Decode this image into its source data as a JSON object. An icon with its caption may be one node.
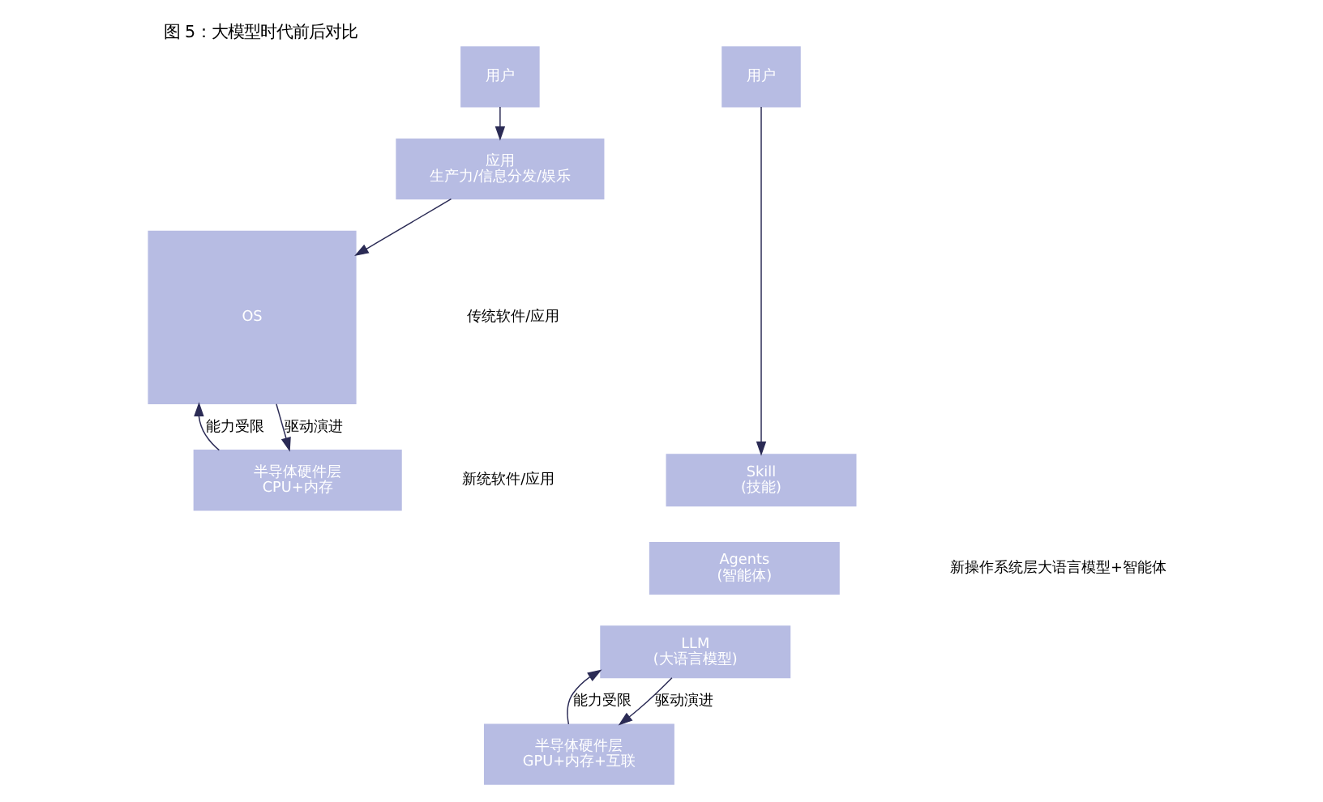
{
  "diagram": {
    "title": "图 5：大模型时代前后对比",
    "nodes": [
      {
        "text": [
          "用户"
        ]
      },
      {
        "text": [
          "应用",
          "生产力/信息分发/娱乐"
        ]
      },
      {
        "text": [
          "OS"
        ]
      },
      {
        "text": [
          "半导体硬件层",
          "CPU+内存"
        ]
      },
      {
        "text": [
          "用户"
        ]
      },
      {
        "text": [
          "Skill",
          "(技能)"
        ]
      },
      {
        "text": [
          "Agents",
          "(智能体)"
        ]
      },
      {
        "text": [
          "LLM",
          "(大语言模型)"
        ]
      },
      {
        "text": [
          "半导体硬件层",
          "GPU+内存+互联"
        ]
      }
    ],
    "edges": [
      {
        "from": 0,
        "to": 1,
        "arrow": "to"
      },
      {
        "from": 1,
        "to": 2,
        "arrow": "to"
      },
      {
        "from": 3,
        "to": 2,
        "arrow": "to",
        "label": "能力受限"
      },
      {
        "from": 2,
        "to": 3,
        "arrow": "to",
        "label": "驱动演进"
      },
      {
        "from": 4,
        "to": 5,
        "arrow": "to"
      },
      {
        "from": 8,
        "to": 7,
        "arrow": "to",
        "label": "能力受限"
      },
      {
        "from": 7,
        "to": 8,
        "arrow": "to",
        "label": "驱动演进"
      }
    ],
    "labels": [
      "传统软件/应用",
      "新统软件/应用",
      "新操作系统层大语言模型+智能体"
    ]
  }
}
